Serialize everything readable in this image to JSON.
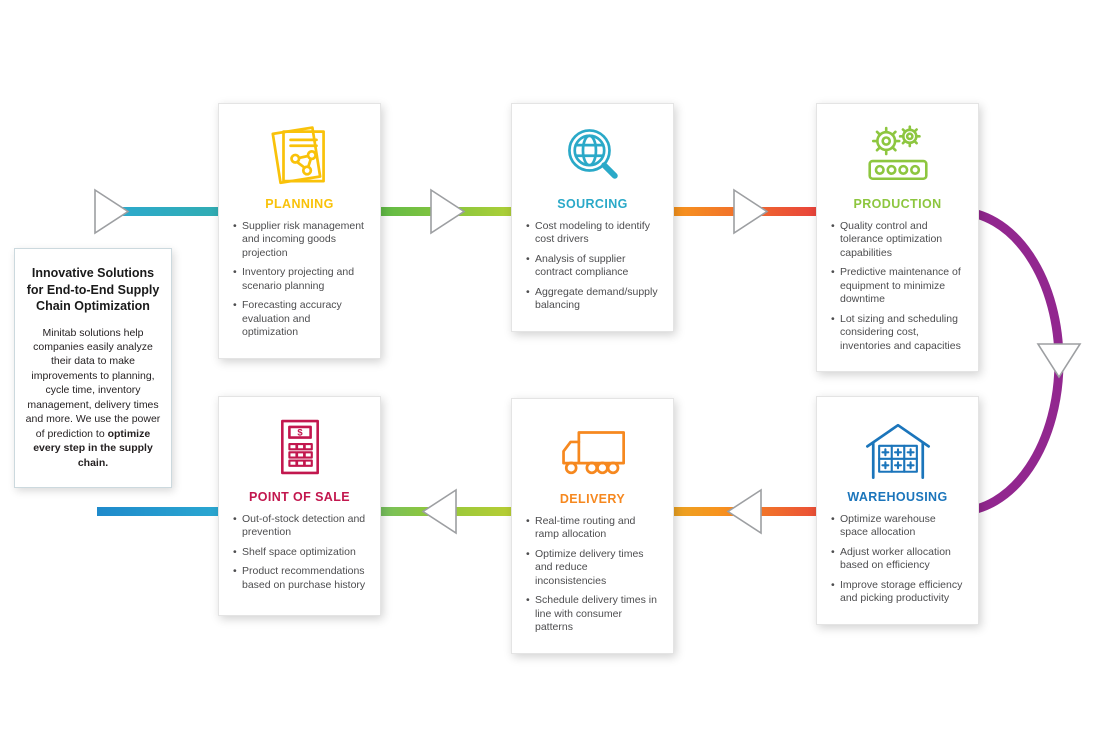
{
  "intro": {
    "title": "Innovative Solutions for End-to-End Supply Chain Optimization",
    "body": "Minitab solutions help companies easily analyze their data to make improvements to planning, cycle time, inventory management, delivery times and more. We use the power of prediction to ",
    "body_bold": "optimize every step in the supply chain."
  },
  "cards": [
    {
      "id": "planning",
      "title": "PLANNING",
      "color": "#F9C20A",
      "icon": "stacked-documents-icon",
      "bullets": [
        "Supplier risk management and incoming goods projection",
        "Inventory projecting and scenario planning",
        "Forecasting accuracy evaluation and optimization"
      ]
    },
    {
      "id": "sourcing",
      "title": "SOURCING",
      "color": "#2AA9C8",
      "icon": "globe-magnifier-icon",
      "bullets": [
        "Cost modeling to identify cost drivers",
        "Analysis of supplier contract compliance",
        "Aggregate demand/supply balancing"
      ]
    },
    {
      "id": "production",
      "title": "PRODUCTION",
      "color": "#8DC63F",
      "icon": "gears-icon",
      "bullets": [
        "Quality control and tolerance optimization capabilities",
        "Predictive maintenance of equipment to minimize downtime",
        "Lot sizing and scheduling considering cost, inventories and capacities"
      ]
    },
    {
      "id": "point-of-sale",
      "title": "POINT OF SALE",
      "color": "#C2174E",
      "icon": "cash-register-icon",
      "bullets": [
        "Out-of-stock detection and prevention",
        "Shelf space optimization",
        "Product recommendations based on purchase history"
      ]
    },
    {
      "id": "delivery",
      "title": "DELIVERY",
      "color": "#F6881F",
      "icon": "delivery-truck-icon",
      "bullets": [
        "Real-time routing and ramp allocation",
        "Optimize delivery times and reduce inconsistencies",
        "Schedule delivery times in line with consumer patterns"
      ]
    },
    {
      "id": "warehousing",
      "title": "WAREHOUSING",
      "color": "#1B75BB",
      "icon": "warehouse-icon",
      "bullets": [
        "Optimize warehouse space allocation",
        "Adjust worker allocation based on efficiency",
        "Improve storage efficiency and picking productivity"
      ]
    }
  ],
  "flow": {
    "top_colors": [
      "#2BA9D1",
      "#32ADB0",
      "#62BB46",
      "#A8CE38",
      "#F7941E",
      "#E8413C",
      "#92278F"
    ],
    "bottom_colors": [
      "#1F8ACB",
      "#2BA9D1",
      "#8CC63F",
      "#C8D02F",
      "#F7941E",
      "#E8413C",
      "#92278F"
    ],
    "curve_color": "#92278F",
    "arrow_fill": "#FFFFFF",
    "arrow_outline": "#9D9FA2"
  }
}
